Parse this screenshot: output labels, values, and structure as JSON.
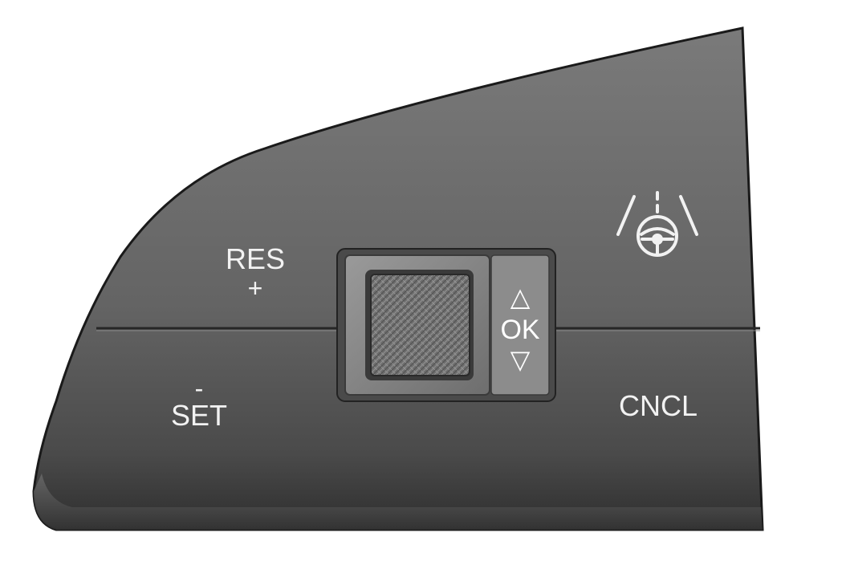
{
  "control_panel": {
    "upper_left": {
      "line1": "RES",
      "line2": "+"
    },
    "lower_left": {
      "line1": "-",
      "line2": "SET"
    },
    "lower_right": {
      "label": "CNCL"
    },
    "upper_right": {
      "icon": "lane-keeping-assist-icon"
    },
    "thumbwheel": {
      "up_symbol": "△",
      "ok_label": "OK",
      "down_symbol": "▽"
    }
  },
  "colors": {
    "body_dark": "#3a3a3a",
    "body_mid": "#5e5e5e",
    "body_light": "#777777",
    "label_text": "#f2f2f2"
  }
}
